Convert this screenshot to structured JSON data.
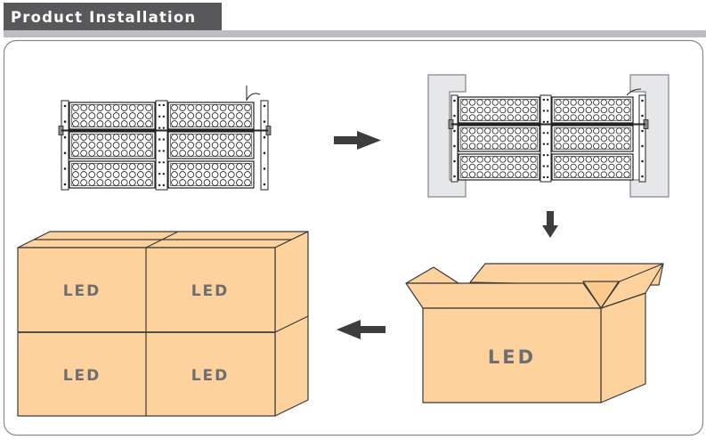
{
  "section": {
    "title": "Product Installation"
  },
  "steps": [
    {
      "id": "fixture",
      "description": "LED flood light fixture"
    },
    {
      "id": "foam-packing",
      "description": "Fixture placed into foam end caps"
    },
    {
      "id": "open-carton",
      "description": "Fixture placed into open carton",
      "label": "LED"
    },
    {
      "id": "stacked-cartons",
      "description": "Sealed cartons stacked",
      "labels": [
        "LED",
        "LED",
        "LED",
        "LED"
      ]
    }
  ],
  "fixture": {
    "module_rows": 3,
    "module_columns": 2,
    "led_rows_per_module": 3,
    "leds_per_row": 10
  },
  "arrows": [
    {
      "from": "fixture",
      "to": "foam-packing",
      "direction": "right"
    },
    {
      "from": "foam-packing",
      "to": "open-carton",
      "direction": "down"
    },
    {
      "from": "open-carton",
      "to": "stacked-cartons",
      "direction": "left"
    }
  ],
  "colors": {
    "header_tab": "#58585a",
    "header_bar": "#bcbdc0",
    "carton": "#fdd29d",
    "carton_outline": "#3a3a3a",
    "label_text": "#6d6e71",
    "foam": "#e6e7e8",
    "arrow": "#3d3d3f"
  }
}
